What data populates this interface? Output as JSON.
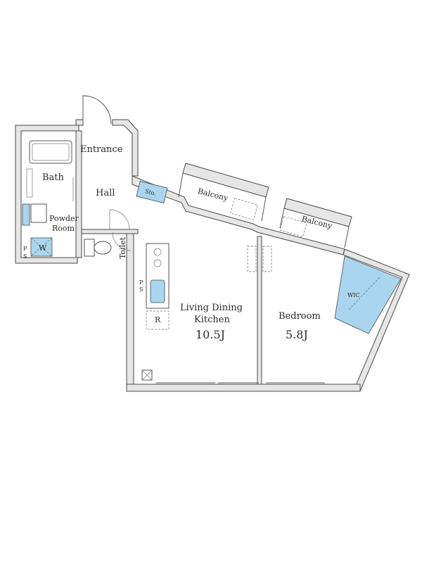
{
  "rooms": {
    "entrance": "Entrance",
    "bath": "Bath",
    "hall": "Hall",
    "storage": "Sto.",
    "balcony_1": "Balcony",
    "balcony_2": "Balcony",
    "powder_room_line1": "Powder",
    "powder_room_line2": "Room",
    "washer": "W",
    "ps_left": "P",
    "ps_left_2": "S",
    "toilet": "Toilet",
    "ps_kitchen": "P",
    "ps_kitchen_2": "S",
    "refrigerator": "R",
    "ldk_line1": "Living Dining",
    "ldk_line2": "Kitchen",
    "ldk_size": "10.5J",
    "bedroom": "Bedroom",
    "bedroom_size": "5.8J",
    "wic": "WIC"
  },
  "colors": {
    "wall_fill": "#e6e6e6",
    "wall_stroke": "#4a4a4a",
    "accent_blue": "#a9d6ee"
  }
}
